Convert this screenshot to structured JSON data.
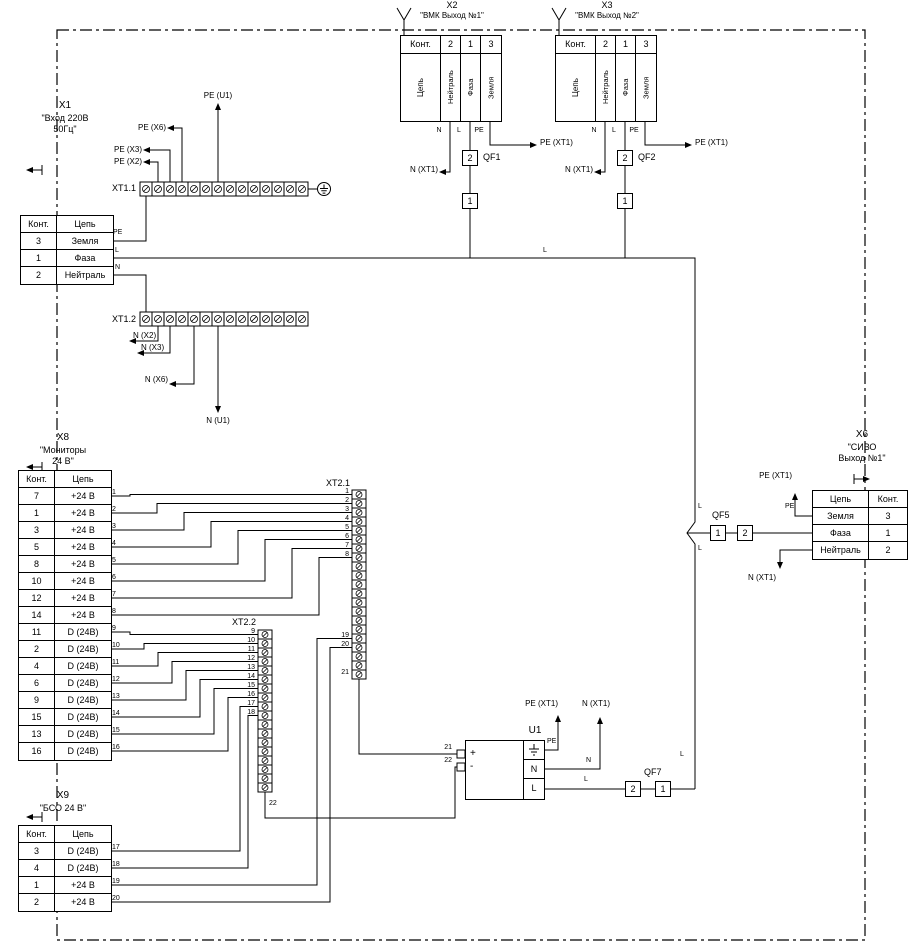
{
  "x1": {
    "id": "X1",
    "name1": "\"Вход 220В",
    "name2": "50Гц\"",
    "h_pin": "Конт.",
    "h_circuit": "Цепь",
    "rows": [
      {
        "pin": "3",
        "circuit": "Земля"
      },
      {
        "pin": "1",
        "circuit": "Фаза"
      },
      {
        "pin": "2",
        "circuit": "Нейтраль"
      }
    ]
  },
  "x2": {
    "id": "X2",
    "name": "\"ВМК Выход №1\"",
    "h_pin": "Конт.",
    "h_circuit": "Цепь",
    "cols": [
      {
        "pin": "2",
        "circuit": "Нейтраль",
        "mark": "N"
      },
      {
        "pin": "1",
        "circuit": "Фаза",
        "mark": "L"
      },
      {
        "pin": "3",
        "circuit": "Земля",
        "mark": "PE"
      }
    ]
  },
  "x3": {
    "id": "X3",
    "name": "\"ВМК Выход №2\"",
    "h_pin": "Конт.",
    "h_circuit": "Цепь",
    "cols": [
      {
        "pin": "2",
        "circuit": "Нейтраль",
        "mark": "N"
      },
      {
        "pin": "1",
        "circuit": "Фаза",
        "mark": "L"
      },
      {
        "pin": "3",
        "circuit": "Земля",
        "mark": "PE"
      }
    ]
  },
  "x6": {
    "id": "X6",
    "name1": "\"СИВО",
    "name2": "Выход №1\"",
    "h_pin": "Конт.",
    "h_circuit": "Цепь",
    "rows": [
      {
        "circuit": "Земля",
        "pin": "3"
      },
      {
        "circuit": "Фаза",
        "pin": "1"
      },
      {
        "circuit": "Нейтраль",
        "pin": "2"
      }
    ]
  },
  "x8": {
    "id": "X8",
    "name1": "\"Мониторы",
    "name2": "24 В\"",
    "h_pin": "Конт.",
    "h_circuit": "Цепь",
    "rows": [
      {
        "pin": "7",
        "circuit": "+24 В",
        "wire": "1"
      },
      {
        "pin": "1",
        "circuit": "+24 В",
        "wire": "2"
      },
      {
        "pin": "3",
        "circuit": "+24 В",
        "wire": "3"
      },
      {
        "pin": "5",
        "circuit": "+24 В",
        "wire": "4"
      },
      {
        "pin": "8",
        "circuit": "+24 В",
        "wire": "5"
      },
      {
        "pin": "10",
        "circuit": "+24 В",
        "wire": "6"
      },
      {
        "pin": "12",
        "circuit": "+24 В",
        "wire": "7"
      },
      {
        "pin": "14",
        "circuit": "+24 В",
        "wire": "8"
      },
      {
        "pin": "11",
        "circuit": "D (24В)",
        "wire": "9"
      },
      {
        "pin": "2",
        "circuit": "D (24В)",
        "wire": "10"
      },
      {
        "pin": "4",
        "circuit": "D (24В)",
        "wire": "11"
      },
      {
        "pin": "6",
        "circuit": "D (24В)",
        "wire": "12"
      },
      {
        "pin": "9",
        "circuit": "D (24В)",
        "wire": "13"
      },
      {
        "pin": "15",
        "circuit": "D (24В)",
        "wire": "14"
      },
      {
        "pin": "13",
        "circuit": "D (24В)",
        "wire": "15"
      },
      {
        "pin": "16",
        "circuit": "D (24В)",
        "wire": "16"
      }
    ]
  },
  "x9": {
    "id": "X9",
    "name1": "\"БСО 24 В\"",
    "h_pin": "Конт.",
    "h_circuit": "Цепь",
    "rows": [
      {
        "pin": "3",
        "circuit": "D (24В)",
        "wire": "17"
      },
      {
        "pin": "4",
        "circuit": "D (24В)",
        "wire": "18"
      },
      {
        "pin": "1",
        "circuit": "+24 В",
        "wire": "19"
      },
      {
        "pin": "2",
        "circuit": "+24 В",
        "wire": "20"
      }
    ]
  },
  "strips": {
    "xt11": "XT1.1",
    "xt12": "XT1.2",
    "xt21": "XT2.1",
    "xt22": "XT2.2",
    "xt21_nums": [
      "1",
      "2",
      "3",
      "4",
      "5",
      "6",
      "7",
      "8",
      "",
      "",
      "",
      "",
      "",
      "",
      "",
      "",
      "19",
      "20",
      "",
      "",
      ""
    ],
    "xt22_nums": [
      "9",
      "10",
      "11",
      "12",
      "13",
      "14",
      "15",
      "16",
      "17",
      "18",
      "",
      "",
      "",
      "",
      "",
      "",
      "",
      ""
    ]
  },
  "breakers": {
    "qf1": {
      "id": "QF1",
      "a": "2",
      "b": "1"
    },
    "qf2": {
      "id": "QF2",
      "a": "2",
      "b": "1"
    },
    "qf5": {
      "id": "QF5",
      "a": "1",
      "b": "2"
    },
    "qf7": {
      "id": "QF7",
      "a": "2",
      "b": "1"
    }
  },
  "u1": {
    "id": "U1",
    "plus": "+",
    "minus": "-",
    "n": "N",
    "l": "L"
  },
  "marks": {
    "l": "L",
    "n": "N",
    "pe": "PE"
  },
  "refs": {
    "pe_u1": "PE (U1)",
    "pe_x6": "PE (X6)",
    "pe_x3": "PE (X3)",
    "pe_x2": "PE (X2)",
    "n_x2": "N (X2)",
    "n_x3": "N (X3)",
    "n_x6": "N (X6)",
    "n_u1": "N (U1)",
    "pe_xt1": "PE (XT1)",
    "n_xt1": "N (XT1)"
  },
  "wires": {
    "w21": "21",
    "w22": "22"
  }
}
